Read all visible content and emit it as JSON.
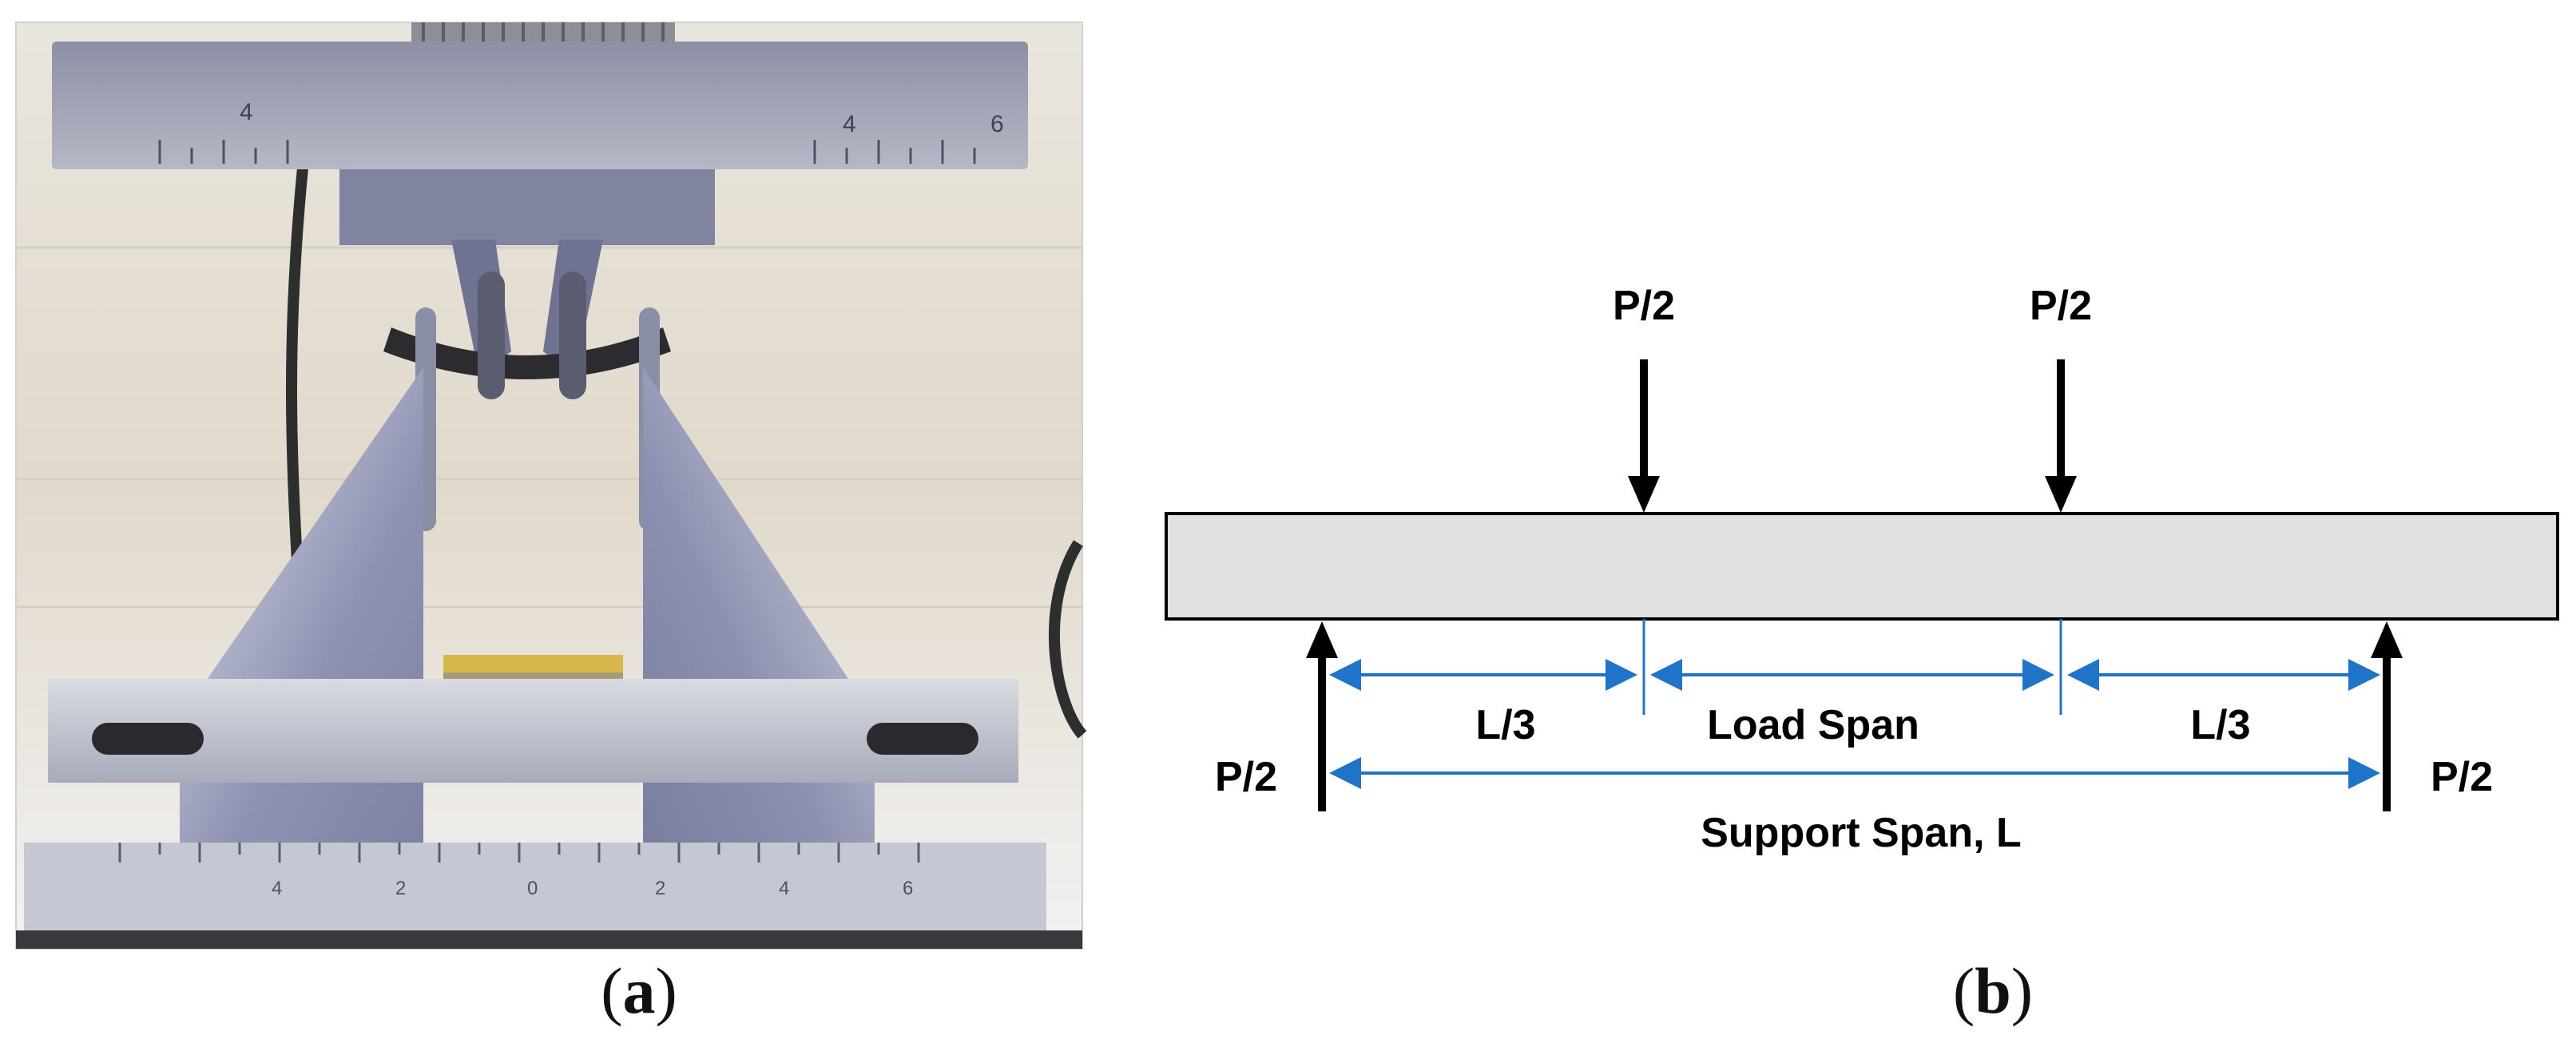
{
  "panels": {
    "a": {
      "caption_open": "(",
      "caption_letter": "a",
      "caption_close": ")",
      "scale_numbers": {
        "upper_left": "4",
        "upper_right_a": "4",
        "upper_right_b": "6",
        "base": [
          "4",
          "2",
          "0",
          "2",
          "4",
          "6"
        ]
      }
    },
    "b": {
      "caption_open": "(",
      "caption_letter": "b",
      "caption_close": ")",
      "labels": {
        "load_left": "P/2",
        "load_right": "P/2",
        "reaction_left": "P/2",
        "reaction_right": "P/2",
        "outer_left_span": "L/3",
        "load_span": "Load Span",
        "outer_right_span": "L/3",
        "support_span": "Support Span, L"
      }
    }
  },
  "colors": {
    "beam_fill": "#e0e0e0",
    "beam_stroke": "#000000",
    "dimension_line": "#1f73c9",
    "arrow": "#000000",
    "steel_light": "#c7c9d3",
    "steel_mid": "#9ea1b3",
    "steel_dark": "#6c6f82",
    "background_wall": "#e6e1d8"
  }
}
